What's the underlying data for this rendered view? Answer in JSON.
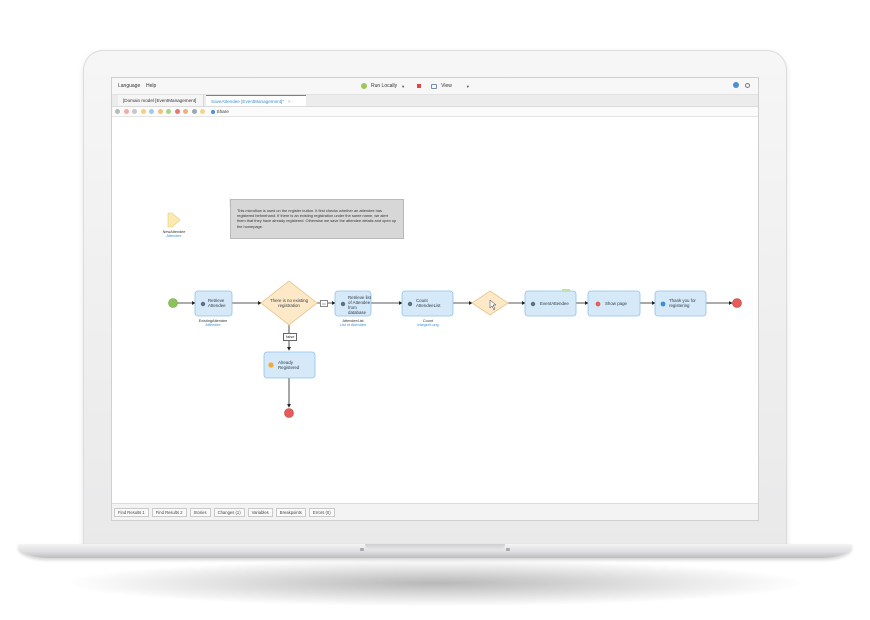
{
  "menubar": {
    "items": [
      "Language",
      "Help"
    ],
    "run_label": "Run Locally",
    "view_label": "View"
  },
  "tabs": [
    {
      "label": "[Domain model [EventManagement]"
    },
    {
      "label": "SaveAttendee [EventManagement]*"
    }
  ],
  "toolbar": {
    "share_label": "Share"
  },
  "flow": {
    "parameter": {
      "name": "NewAttendee",
      "type": "Attendee"
    },
    "annotation": "This microflow is used on the register button. It first checks whether an attendee has registered beforehand. If there is an existing registration under the same name, we alert them that they have already registered. Otherwise we save the attendee details and open up the homepage.",
    "retrieve_attendee": {
      "label": "Retrieve Attendee",
      "out_name": "ExistingAttendee",
      "out_type": "Attendee"
    },
    "decision_1": {
      "label": "There is no existing registration"
    },
    "false_label": "false",
    "retrieve_list": {
      "label": "Retrieve list of Attendee from database",
      "out_name": "AttendeeList",
      "out_type": "List of Attendee"
    },
    "count": {
      "label": "Count AttendeeList",
      "out_name": "Count",
      "out_type": "Integer/Long"
    },
    "commit": {
      "label": "EventAttendee"
    },
    "show_page": {
      "label": "Show page"
    },
    "message": {
      "label": "Thank you for registering"
    },
    "already_registered": {
      "label": "Already Registered"
    }
  },
  "statusbar": {
    "tabs": [
      "Find Results 1",
      "Find Results 2",
      "Stories",
      "Changes (1)",
      "Variables",
      "Breakpoints",
      "Errors (0)"
    ]
  },
  "colors": {
    "activity_fill": "#d5e9f8",
    "activity_border": "#8ec3ea",
    "decision_fill": "#fde9c8",
    "decision_border": "#eac48a",
    "start": "#8cc25a",
    "end": "#e65b5b",
    "accent": "#3a8fd8"
  }
}
